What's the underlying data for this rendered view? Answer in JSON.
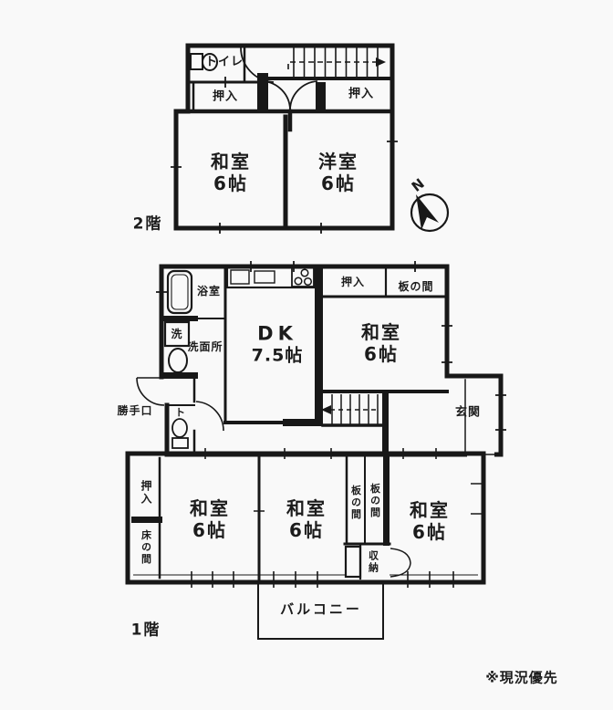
{
  "floor2": {
    "label": "2階",
    "toilet": "トイレ",
    "closet_left": "押入",
    "closet_right": "押入",
    "washitsu": {
      "name": "和室",
      "size": "6帖"
    },
    "youshitsu": {
      "name": "洋室",
      "size": "6帖"
    }
  },
  "compass": {
    "north": "N"
  },
  "floor1": {
    "label": "1階",
    "bath": "浴室",
    "laundry": "洗",
    "washroom": "洗面所",
    "back_door": "勝手口",
    "toilet_short": "ト",
    "dk": {
      "name": "DK",
      "size": "7.5帖"
    },
    "closet_mid": "押入",
    "itanoma_north": "板の間",
    "washitsu_mid": {
      "name": "和室",
      "size": "6帖"
    },
    "genkan": "玄関",
    "closet_south": "押入",
    "tokonoma": "床の間",
    "washitsu_sw": {
      "name": "和室",
      "size": "6帖"
    },
    "washitsu_s": {
      "name": "和室",
      "size": "6帖"
    },
    "itanoma_1": "板の間",
    "itanoma_2": "板の間",
    "storage": "収納",
    "washitsu_se": {
      "name": "和室",
      "size": "6帖"
    },
    "balcony": "バルコニー"
  },
  "footnote": "※現況優先"
}
